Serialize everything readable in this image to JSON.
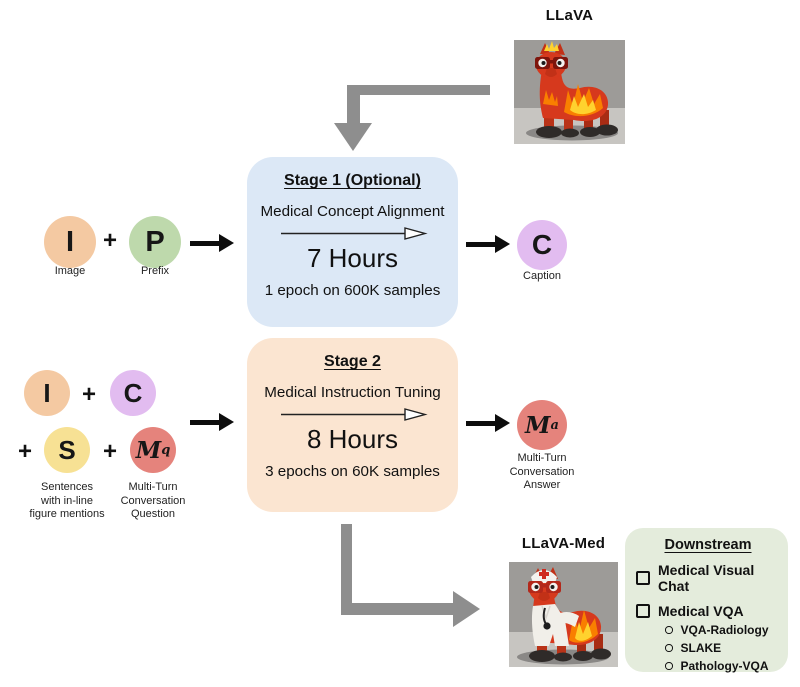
{
  "glyphs": {
    "plus": "+"
  },
  "top_model": {
    "label": "LLaVA"
  },
  "row1": {
    "image_symbol": "I",
    "image_label": "Image",
    "prefix_symbol": "P",
    "prefix_label": "Prefix"
  },
  "stage1": {
    "title": "Stage 1 (Optional)",
    "subtitle": "Medical Concept Alignment",
    "duration": "7 Hours",
    "epochs": "1 epoch on 600K samples"
  },
  "caption_out": {
    "symbol": "C",
    "label": "Caption"
  },
  "row2": {
    "image_symbol": "I",
    "caption_symbol": "C",
    "sentence_symbol": "S",
    "sentence_label_lines": [
      "Sentences",
      "with in-line",
      "figure mentions"
    ],
    "question_symbol": "M",
    "question_sub": "q",
    "question_label_lines": [
      "Multi-Turn",
      "Conversation",
      "Question"
    ]
  },
  "stage2": {
    "title": "Stage 2",
    "subtitle": "Medical Instruction Tuning",
    "duration": "8 Hours",
    "epochs": "3 epochs on 60K samples"
  },
  "answer_out": {
    "symbol": "M",
    "sub": "a",
    "label_lines": [
      "Multi-Turn",
      "Conversation",
      "Answer"
    ]
  },
  "bottom_model": {
    "label": "LLaVA-Med"
  },
  "downstream": {
    "title": "Downstream",
    "items": [
      "Medical Visual Chat",
      "Medical VQA"
    ],
    "sub_items": [
      "VQA-Radiology",
      "SLAKE",
      "Pathology-VQA"
    ]
  },
  "colors": {
    "stage1_bg": "#dce8f6",
    "stage2_bg": "#fbe5d1",
    "downstream_bg": "#e4ecdc",
    "circle_image": "#f4c9a2",
    "circle_prefix": "#bed9ac",
    "circle_caption": "#e2bcf0",
    "circle_sentence": "#f7e194",
    "circle_conversation": "#e5837c",
    "arrow_gray": "#8e8e8e"
  }
}
